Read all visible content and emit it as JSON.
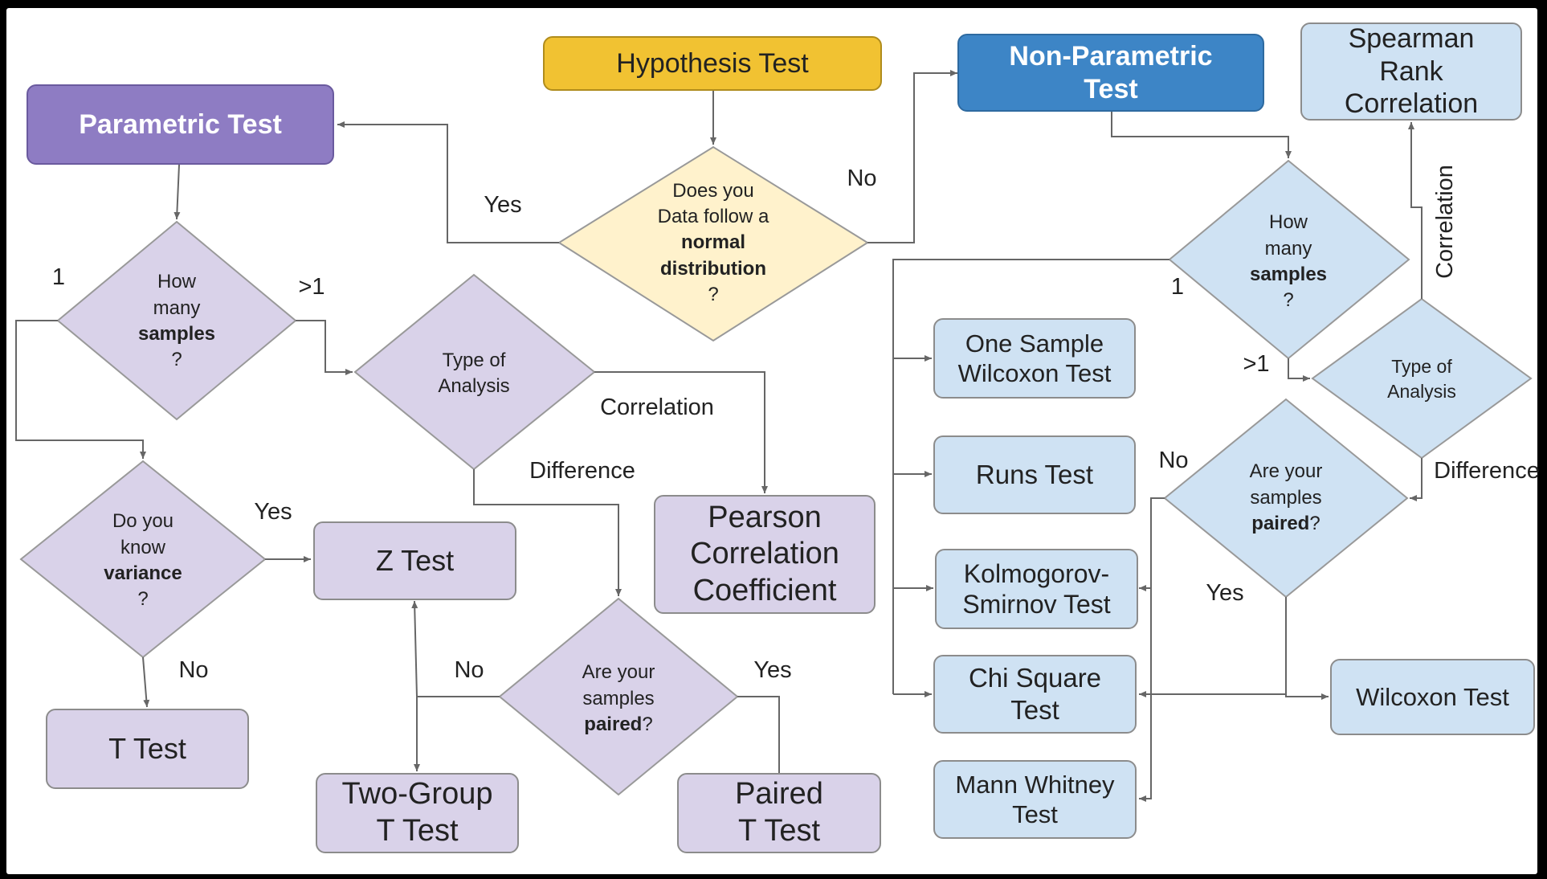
{
  "nodes": {
    "hypothesis": "Hypothesis Test",
    "parametric": "Parametric Test",
    "nonparametric": [
      "Non-Parametric",
      "Test"
    ],
    "spearman": [
      "Spearman",
      "Rank",
      "Correlation"
    ],
    "normal_q": {
      "l1": "Does you",
      "l2": "Data follow a",
      "l3": "normal",
      "l4": "distribution",
      "l5": "?"
    },
    "p_samples_q": {
      "l1": "How",
      "l2": "many",
      "l3": "samples",
      "l4": "?"
    },
    "p_type_q": {
      "l1": "Type of",
      "l2": "Analysis"
    },
    "variance_q": {
      "l1": "Do you",
      "l2": "know",
      "l3": "variance",
      "l4": "?"
    },
    "p_paired_q": {
      "l1": "Are your",
      "l2": "samples",
      "l3": "paired",
      "l4": "?"
    },
    "z_test": "Z Test",
    "t_test": "T Test",
    "pearson": [
      "Pearson",
      "Correlation",
      "Coefficient"
    ],
    "two_group": [
      "Two-Group",
      "T Test"
    ],
    "paired_t": [
      "Paired",
      "T Test"
    ],
    "np_samples_q": {
      "l1": "How",
      "l2": "many",
      "l3": "samples",
      "l4": "?"
    },
    "np_type_q": {
      "l1": "Type of",
      "l2": "Analysis"
    },
    "np_paired_q": {
      "l1": "Are your",
      "l2": "samples",
      "l3": "paired",
      "l4": "?"
    },
    "one_sample_wilcoxon": [
      "One Sample",
      "Wilcoxon Test"
    ],
    "runs": "Runs Test",
    "ks": [
      "Kolmogorov-",
      "Smirnov Test"
    ],
    "chi_square": [
      "Chi Square",
      "Test"
    ],
    "mann_whitney": [
      "Mann Whitney",
      "Test"
    ],
    "wilcoxon": "Wilcoxon Test"
  },
  "labels": {
    "yes_parametric": "Yes",
    "no_nonparametric": "No",
    "p_one": "1",
    "p_more": ">1",
    "p_correlation": "Correlation",
    "p_difference": "Difference",
    "var_yes": "Yes",
    "var_no": "No",
    "pp_no": "No",
    "pp_yes": "Yes",
    "np_one": "1",
    "np_more": ">1",
    "np_correlation": "Correlation",
    "np_difference": "Difference",
    "npp_no": "No",
    "npp_yes": "Yes"
  },
  "colors": {
    "root": "#f1c232",
    "parametric_header": "#8e7cc3",
    "parametric_fill": "#d9d2e9",
    "nonparametric_header": "#3d85c6",
    "nonparametric_fill": "#cfe2f3",
    "question_root": "#fff2cc"
  }
}
